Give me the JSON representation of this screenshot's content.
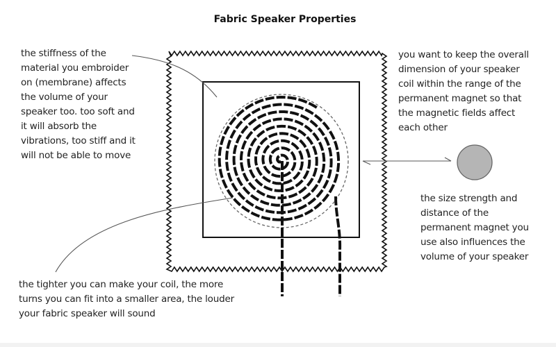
{
  "title": "Fabric Speaker Properties",
  "notes": {
    "membrane": [
      "the stiffness of the",
      "material you embroider",
      "on (membrane) affects",
      "the volume of your",
      "speaker too. too soft and",
      "it will absorb the",
      "vibrations, too stiff and it",
      "will not be able to move"
    ],
    "dimension": [
      "you want to keep the overall",
      "dimension of your speaker",
      "coil within the range of the",
      "permanent magnet so that",
      "the magnetic fields affect",
      "each other"
    ],
    "magnet": [
      "the size strength and",
      "distance of the",
      "permanent magnet you",
      "use also influences the",
      "volume of your speaker"
    ],
    "coil": [
      "the tighter you can make your coil, the more",
      "turns you can fit into a smaller area, the louder",
      "your fabric speaker will sound"
    ]
  },
  "colors": {
    "ink": "#111111",
    "magnet": "#b5b5b5",
    "pointer": "#555555"
  }
}
